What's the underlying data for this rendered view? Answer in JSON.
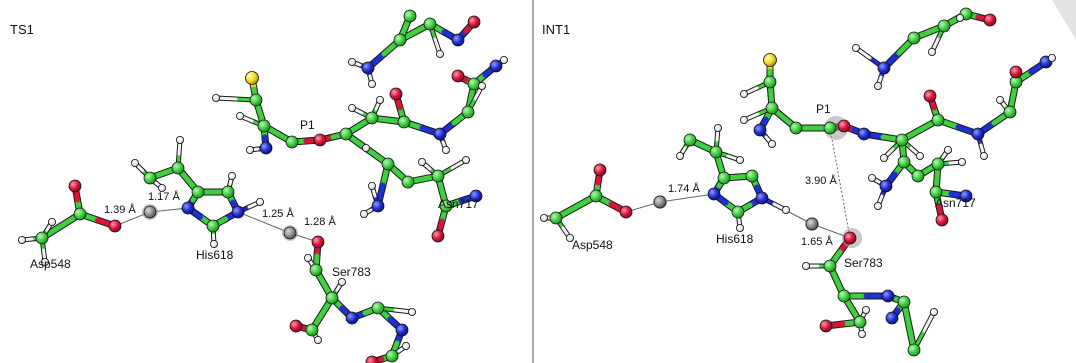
{
  "colors": {
    "carbon": "#3fcf3f",
    "carbon_dark": "#1e8a1e",
    "nitrogen": "#1f2fd6",
    "oxygen": "#d8143a",
    "sulfur": "#f2dc1c",
    "hydrogen": "#f4f4f4",
    "background": "#ffffff",
    "divider": "#555555"
  },
  "panels": [
    {
      "title": "TS1",
      "residues": [
        {
          "label": "P1"
        },
        {
          "label": "Asp548"
        },
        {
          "label": "His618"
        },
        {
          "label": "Asn717"
        },
        {
          "label": "Ser783"
        }
      ],
      "distances": [
        {
          "label": "1.39 Å"
        },
        {
          "label": "1.17 Å"
        },
        {
          "label": "1.25 Å"
        },
        {
          "label": "1.28 Å"
        }
      ]
    },
    {
      "title": "INT1",
      "residues": [
        {
          "label": "P1"
        },
        {
          "label": "Asp548"
        },
        {
          "label": "His618"
        },
        {
          "label": "Asn717"
        },
        {
          "label": "Ser783"
        }
      ],
      "distances": [
        {
          "label": "1.74 Å"
        },
        {
          "label": "3.90 Å"
        },
        {
          "label": "1.65 Å"
        }
      ]
    }
  ]
}
